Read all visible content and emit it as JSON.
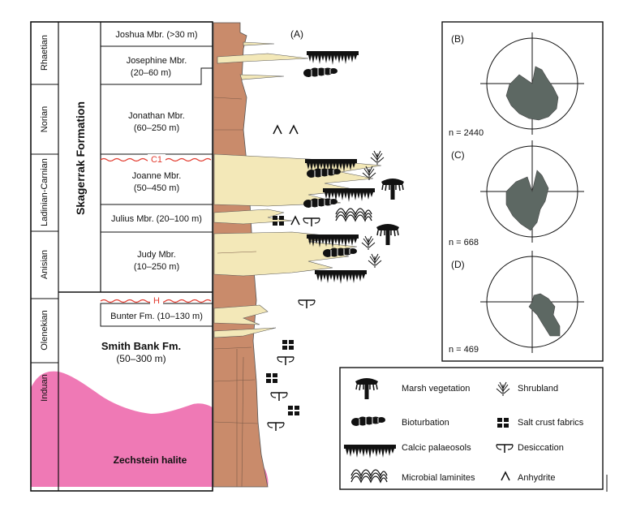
{
  "panel_labels": {
    "a": "(A)",
    "b": "(B)",
    "c": "(C)",
    "d": "(D)"
  },
  "stages": [
    "Rhaetian",
    "Norian",
    "Ladinian-Carnian",
    "Anisian",
    "Olenekian",
    "Induan"
  ],
  "formations": {
    "skagerrak": "Skagerrak Formation",
    "smith_bank": "Smith Bank Fm.",
    "smith_bank_thickness": "(50–300 m)",
    "zechstein": "Zechstein halite"
  },
  "members": [
    {
      "id": "joshua",
      "line1": "Joshua Mbr. (>30 m)",
      "line2": ""
    },
    {
      "id": "josephine",
      "line1": "Josephine Mbr.",
      "line2": "(20–60 m)"
    },
    {
      "id": "jonathan",
      "line1": "Jonathan Mbr.",
      "line2": "(60–250 m)"
    },
    {
      "id": "joanne",
      "line1": "Joanne Mbr.",
      "line2": "(50–450 m)"
    },
    {
      "id": "julius",
      "line1": "Julius Mbr. (20–100 m)",
      "line2": ""
    },
    {
      "id": "judy",
      "line1": "Judy Mbr.",
      "line2": "(10–250 m)"
    },
    {
      "id": "bunter",
      "line1": "Bunter Fm. (10–130 m)",
      "line2": ""
    }
  ],
  "unconformities": {
    "c1": "C1",
    "h": "H"
  },
  "rose_counts": {
    "b": "n = 2440",
    "c": "n = 668",
    "d": "n = 469"
  },
  "legend": [
    {
      "icon": "marsh-vegetation-icon",
      "label": "Marsh vegetation"
    },
    {
      "icon": "shrubland-icon",
      "label": "Shrubland"
    },
    {
      "icon": "bioturbation-icon",
      "label": "Bioturbation"
    },
    {
      "icon": "salt-crust-icon",
      "label": "Salt crust fabrics"
    },
    {
      "icon": "calcic-palaeosol-icon",
      "label": "Calcic palaeosols"
    },
    {
      "icon": "desiccation-icon",
      "label": "Desiccation"
    },
    {
      "icon": "microbial-laminite-icon",
      "label": "Microbial laminites"
    },
    {
      "icon": "anhydrite-icon",
      "label": "Anhydrite"
    }
  ],
  "colors": {
    "mudstone": "#c98b6b",
    "sandstone": "#f3e8b8",
    "halite": "#ef79b5",
    "rose": "#5d6863",
    "unconformity": "#e23a2e"
  }
}
